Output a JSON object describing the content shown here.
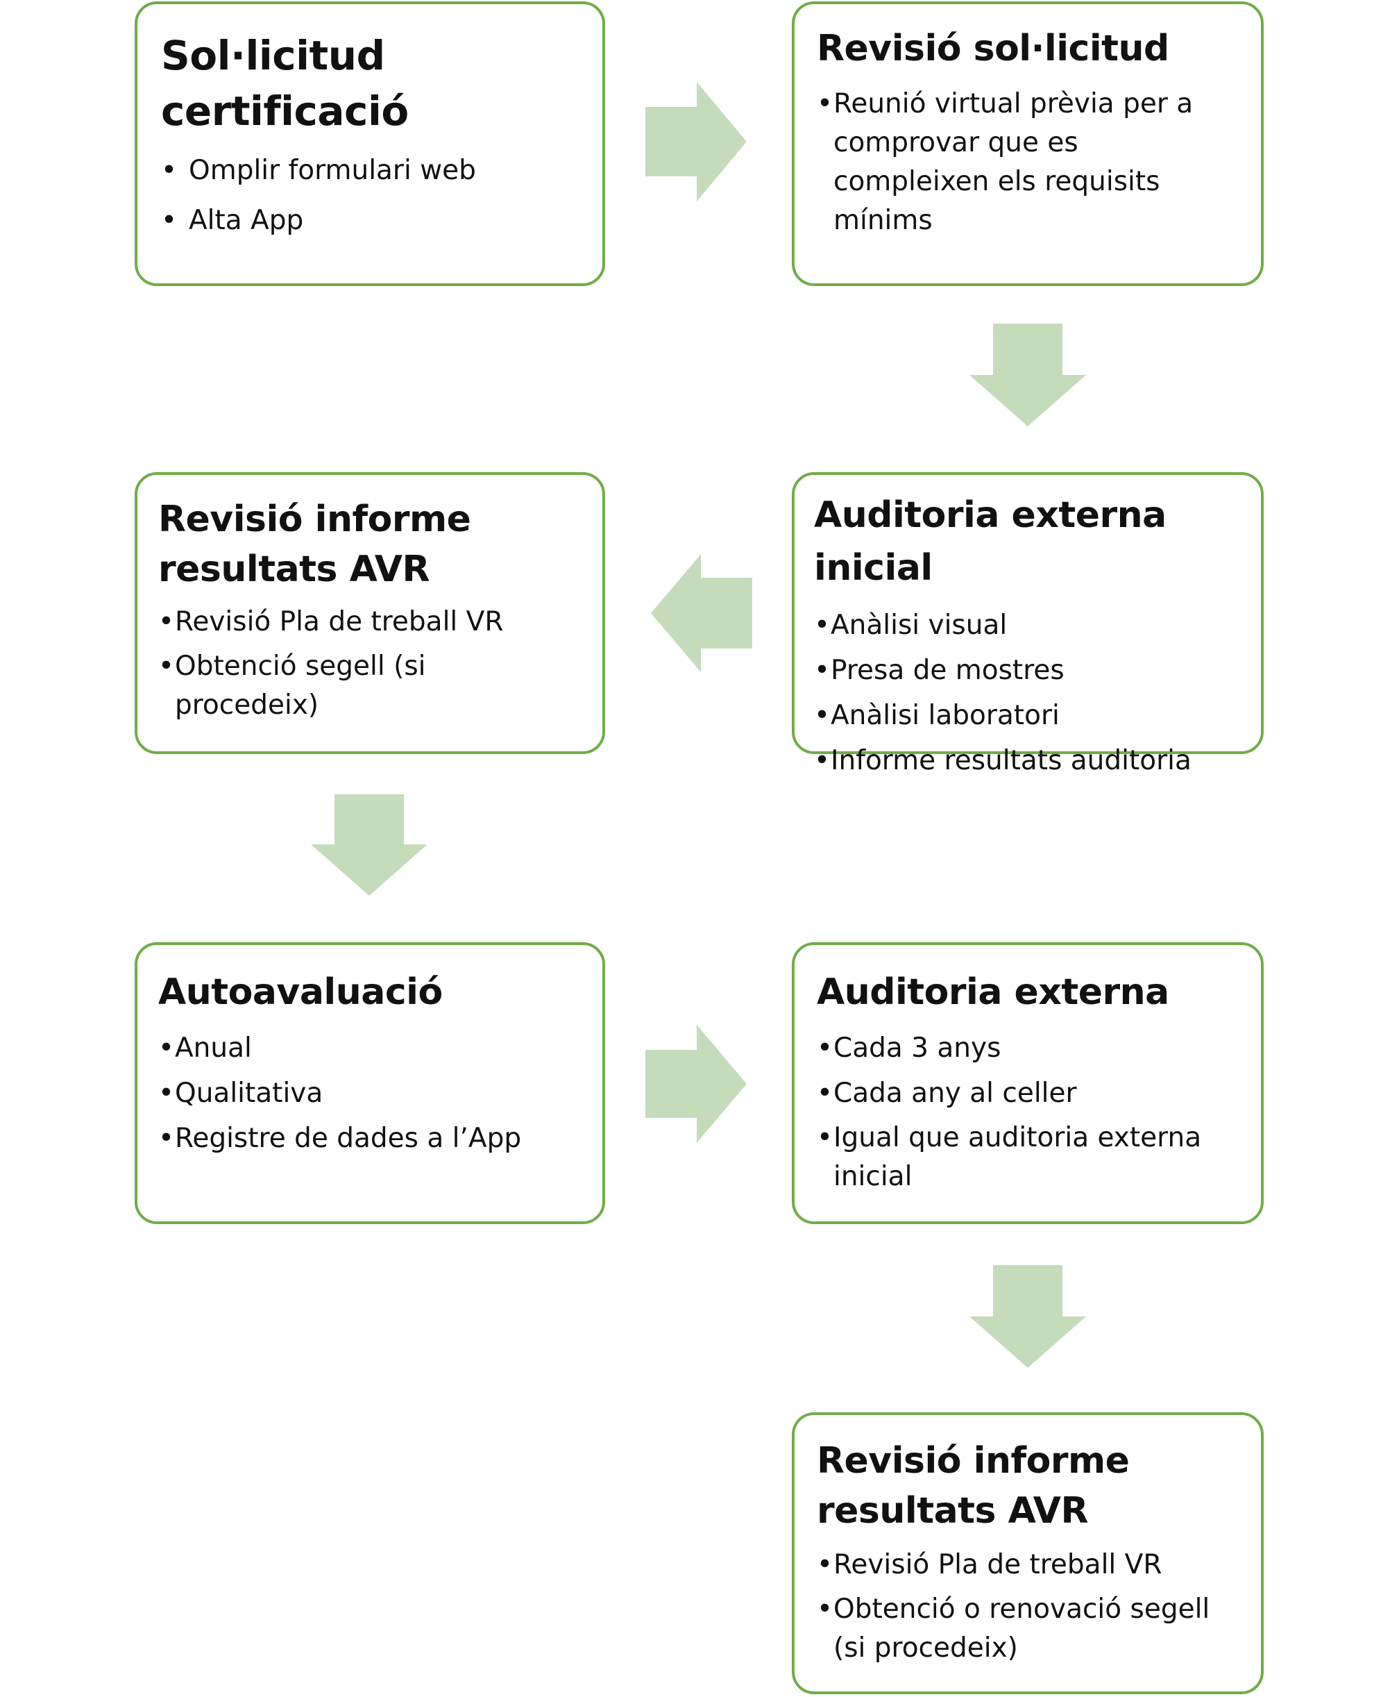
{
  "colors": {
    "box_border": "#70ad47",
    "arrow_fill": "#c5dcbb",
    "text": "#111111",
    "background": "#ffffff"
  },
  "boxes": [
    {
      "title": "Sol·licitud\ncertificació",
      "items": [
        "Omplir formulari web",
        "Alta App"
      ]
    },
    {
      "title": "Revisió sol·licitud",
      "items": [
        "Reunió virtual prèvia per a comprovar que es compleixen els requisits mínims"
      ]
    },
    {
      "title": "Auditoria externa inicial",
      "items": [
        "Anàlisi visual",
        "Presa de mostres",
        "Anàlisi laboratori",
        "Informe resultats auditoria"
      ]
    },
    {
      "title": "Revisió informe\nresultats AVR",
      "items": [
        "Revisió Pla de treball VR",
        "Obtenció segell (si procedeix)"
      ]
    },
    {
      "title": "Autoavaluació",
      "items": [
        "Anual",
        "Qualitativa",
        "Registre de dades a l’App"
      ]
    },
    {
      "title": "Auditoria externa",
      "items": [
        "Cada 3 anys",
        "Cada any al celler",
        "Igual que auditoria externa inicial"
      ]
    },
    {
      "title": "Revisió informe\nresultats AVR",
      "items": [
        "Revisió Pla de treball VR",
        "Obtenció o renovació segell (si procedeix)"
      ]
    }
  ],
  "arrows": [
    {
      "direction": "right"
    },
    {
      "direction": "down"
    },
    {
      "direction": "left"
    },
    {
      "direction": "down"
    },
    {
      "direction": "right"
    },
    {
      "direction": "down"
    }
  ]
}
